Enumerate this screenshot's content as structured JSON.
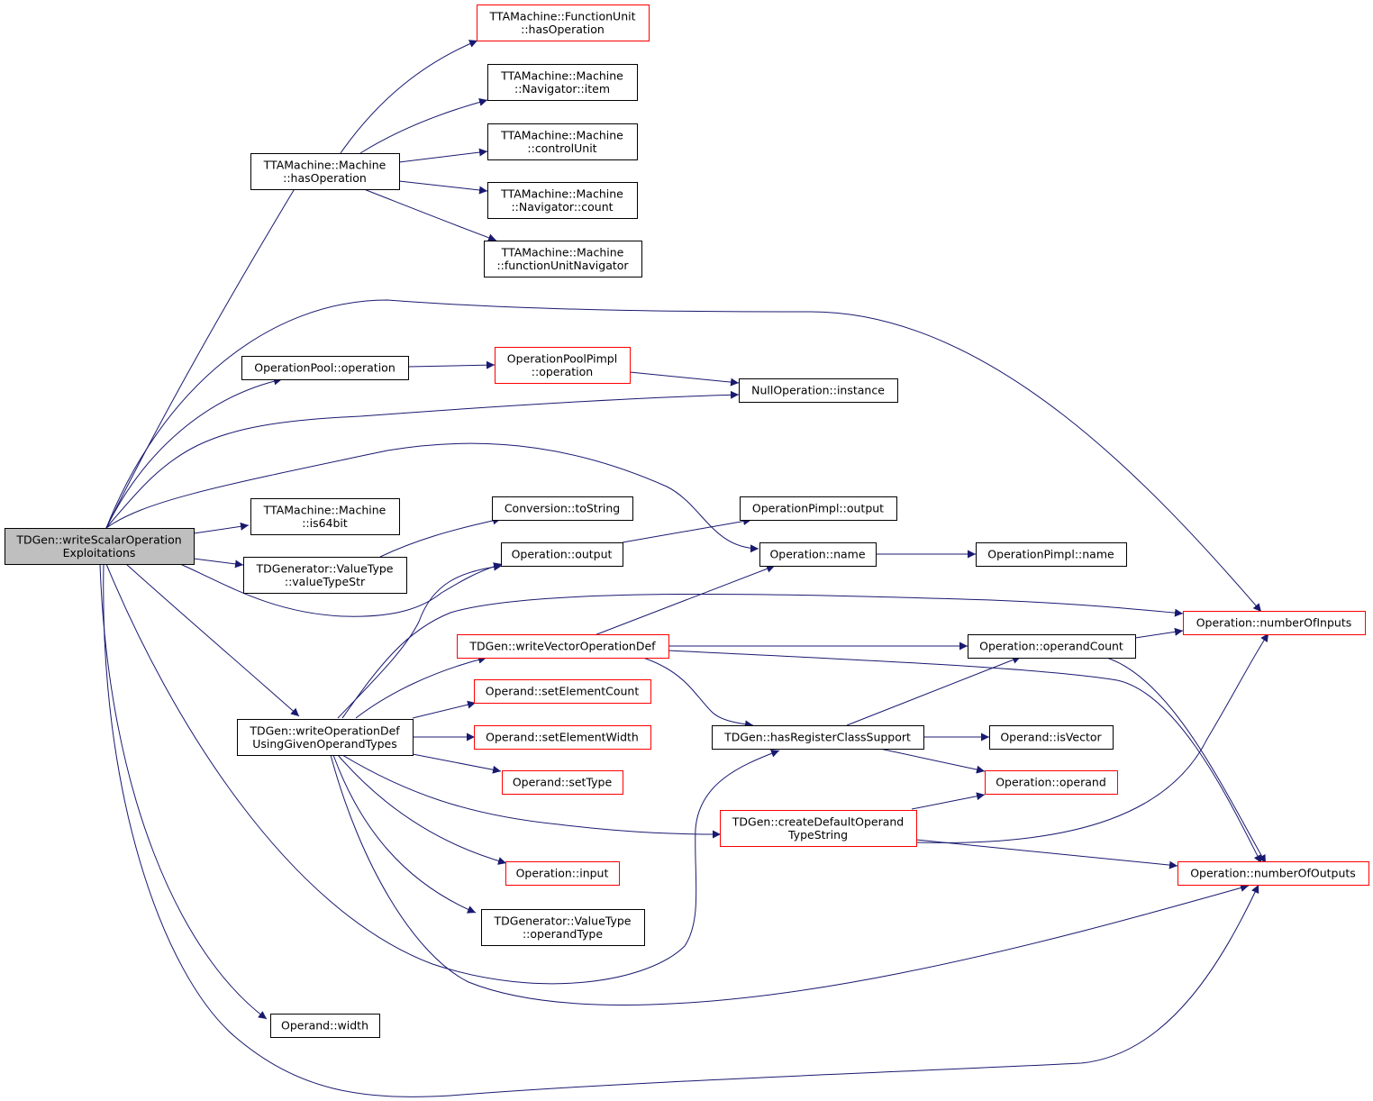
{
  "graph": {
    "colors": {
      "edge": "#191970",
      "root_fill": "#bfbfbf",
      "border_default": "#000000",
      "border_red": "#ff0000"
    },
    "nodes": [
      {
        "id": "root",
        "lines": [
          "TDGen::writeScalarOperation",
          "Exploitations"
        ],
        "style": "root"
      },
      {
        "id": "hasOperationMachine",
        "lines": [
          "TTAMachine::Machine",
          "::hasOperation"
        ],
        "style": "normal"
      },
      {
        "id": "fuHasOperation",
        "lines": [
          "TTAMachine::FunctionUnit",
          "::hasOperation"
        ],
        "style": "red"
      },
      {
        "id": "navItem",
        "lines": [
          "TTAMachine::Machine",
          "::Navigator::item"
        ],
        "style": "normal"
      },
      {
        "id": "controlUnit",
        "lines": [
          "TTAMachine::Machine",
          "::controlUnit"
        ],
        "style": "normal"
      },
      {
        "id": "navCount",
        "lines": [
          "TTAMachine::Machine",
          "::Navigator::count"
        ],
        "style": "normal"
      },
      {
        "id": "fuNavigator",
        "lines": [
          "TTAMachine::Machine",
          "::functionUnitNavigator"
        ],
        "style": "normal"
      },
      {
        "id": "poolOperation",
        "lines": [
          "OperationPool::operation"
        ],
        "style": "normal"
      },
      {
        "id": "poolPimplOperation",
        "lines": [
          "OperationPoolPimpl",
          "::operation"
        ],
        "style": "red"
      },
      {
        "id": "nullInstance",
        "lines": [
          "NullOperation::instance"
        ],
        "style": "normal"
      },
      {
        "id": "is64bit",
        "lines": [
          "TTAMachine::Machine",
          "::is64bit"
        ],
        "style": "normal"
      },
      {
        "id": "toString",
        "lines": [
          "Conversion::toString"
        ],
        "style": "normal"
      },
      {
        "id": "valueTypeStr",
        "lines": [
          "TDGenerator::ValueType",
          "::valueTypeStr"
        ],
        "style": "normal"
      },
      {
        "id": "opOutput",
        "lines": [
          "Operation::output"
        ],
        "style": "normal"
      },
      {
        "id": "pimplOutput",
        "lines": [
          "OperationPimpl::output"
        ],
        "style": "normal"
      },
      {
        "id": "opName",
        "lines": [
          "Operation::name"
        ],
        "style": "normal"
      },
      {
        "id": "pimplName",
        "lines": [
          "OperationPimpl::name"
        ],
        "style": "normal"
      },
      {
        "id": "numInputs",
        "lines": [
          "Operation::numberOfInputs"
        ],
        "style": "red"
      },
      {
        "id": "writeVectorOpDef",
        "lines": [
          "TDGen::writeVectorOperationDef"
        ],
        "style": "red"
      },
      {
        "id": "operandCount",
        "lines": [
          "Operation::operandCount"
        ],
        "style": "normal"
      },
      {
        "id": "setElementCount",
        "lines": [
          "Operand::setElementCount"
        ],
        "style": "red"
      },
      {
        "id": "writeOpDefGiven",
        "lines": [
          "TDGen::writeOperationDef",
          "UsingGivenOperandTypes"
        ],
        "style": "normal"
      },
      {
        "id": "setElementWidth",
        "lines": [
          "Operand::setElementWidth"
        ],
        "style": "red"
      },
      {
        "id": "hasRegClassSupport",
        "lines": [
          "TDGen::hasRegisterClassSupport"
        ],
        "style": "normal"
      },
      {
        "id": "isVector",
        "lines": [
          "Operand::isVector"
        ],
        "style": "normal"
      },
      {
        "id": "setType",
        "lines": [
          "Operand::setType"
        ],
        "style": "red"
      },
      {
        "id": "opOperand",
        "lines": [
          "Operation::operand"
        ],
        "style": "red"
      },
      {
        "id": "createDefaultOperand",
        "lines": [
          "TDGen::createDefaultOperand",
          "TypeString"
        ],
        "style": "red"
      },
      {
        "id": "opInput",
        "lines": [
          "Operation::input"
        ],
        "style": "red"
      },
      {
        "id": "numOutputs",
        "lines": [
          "Operation::numberOfOutputs"
        ],
        "style": "red"
      },
      {
        "id": "operandType",
        "lines": [
          "TDGenerator::ValueType",
          "::operandType"
        ],
        "style": "normal"
      },
      {
        "id": "operandWidth",
        "lines": [
          "Operand::width"
        ],
        "style": "normal"
      }
    ],
    "edges": [
      [
        "root",
        "hasOperationMachine"
      ],
      [
        "root",
        "poolOperation"
      ],
      [
        "root",
        "numInputs"
      ],
      [
        "root",
        "nullInstance"
      ],
      [
        "root",
        "opName"
      ],
      [
        "root",
        "is64bit"
      ],
      [
        "root",
        "valueTypeStr"
      ],
      [
        "root",
        "opOutput"
      ],
      [
        "root",
        "writeOpDefGiven"
      ],
      [
        "root",
        "hasRegClassSupport"
      ],
      [
        "root",
        "numOutputs"
      ],
      [
        "root",
        "operandWidth"
      ],
      [
        "hasOperationMachine",
        "fuHasOperation"
      ],
      [
        "hasOperationMachine",
        "navItem"
      ],
      [
        "hasOperationMachine",
        "controlUnit"
      ],
      [
        "hasOperationMachine",
        "navCount"
      ],
      [
        "hasOperationMachine",
        "fuNavigator"
      ],
      [
        "poolOperation",
        "poolPimplOperation"
      ],
      [
        "poolPimplOperation",
        "nullInstance"
      ],
      [
        "valueTypeStr",
        "toString"
      ],
      [
        "opOutput",
        "pimplOutput"
      ],
      [
        "opName",
        "pimplName"
      ],
      [
        "writeOpDefGiven",
        "opOutput"
      ],
      [
        "writeOpDefGiven",
        "numInputs"
      ],
      [
        "writeOpDefGiven",
        "writeVectorOpDef"
      ],
      [
        "writeOpDefGiven",
        "setElementCount"
      ],
      [
        "writeOpDefGiven",
        "setElementWidth"
      ],
      [
        "writeOpDefGiven",
        "setType"
      ],
      [
        "writeOpDefGiven",
        "createDefaultOperand"
      ],
      [
        "writeOpDefGiven",
        "opInput"
      ],
      [
        "writeOpDefGiven",
        "operandType"
      ],
      [
        "writeOpDefGiven",
        "numOutputs"
      ],
      [
        "writeVectorOpDef",
        "opName"
      ],
      [
        "writeVectorOpDef",
        "operandCount"
      ],
      [
        "writeVectorOpDef",
        "hasRegClassSupport"
      ],
      [
        "writeVectorOpDef",
        "numOutputs"
      ],
      [
        "operandCount",
        "numInputs"
      ],
      [
        "operandCount",
        "numOutputs"
      ],
      [
        "hasRegClassSupport",
        "operandCount"
      ],
      [
        "hasRegClassSupport",
        "isVector"
      ],
      [
        "hasRegClassSupport",
        "opOperand"
      ],
      [
        "createDefaultOperand",
        "opOperand"
      ],
      [
        "createDefaultOperand",
        "numInputs"
      ],
      [
        "createDefaultOperand",
        "numOutputs"
      ]
    ]
  }
}
